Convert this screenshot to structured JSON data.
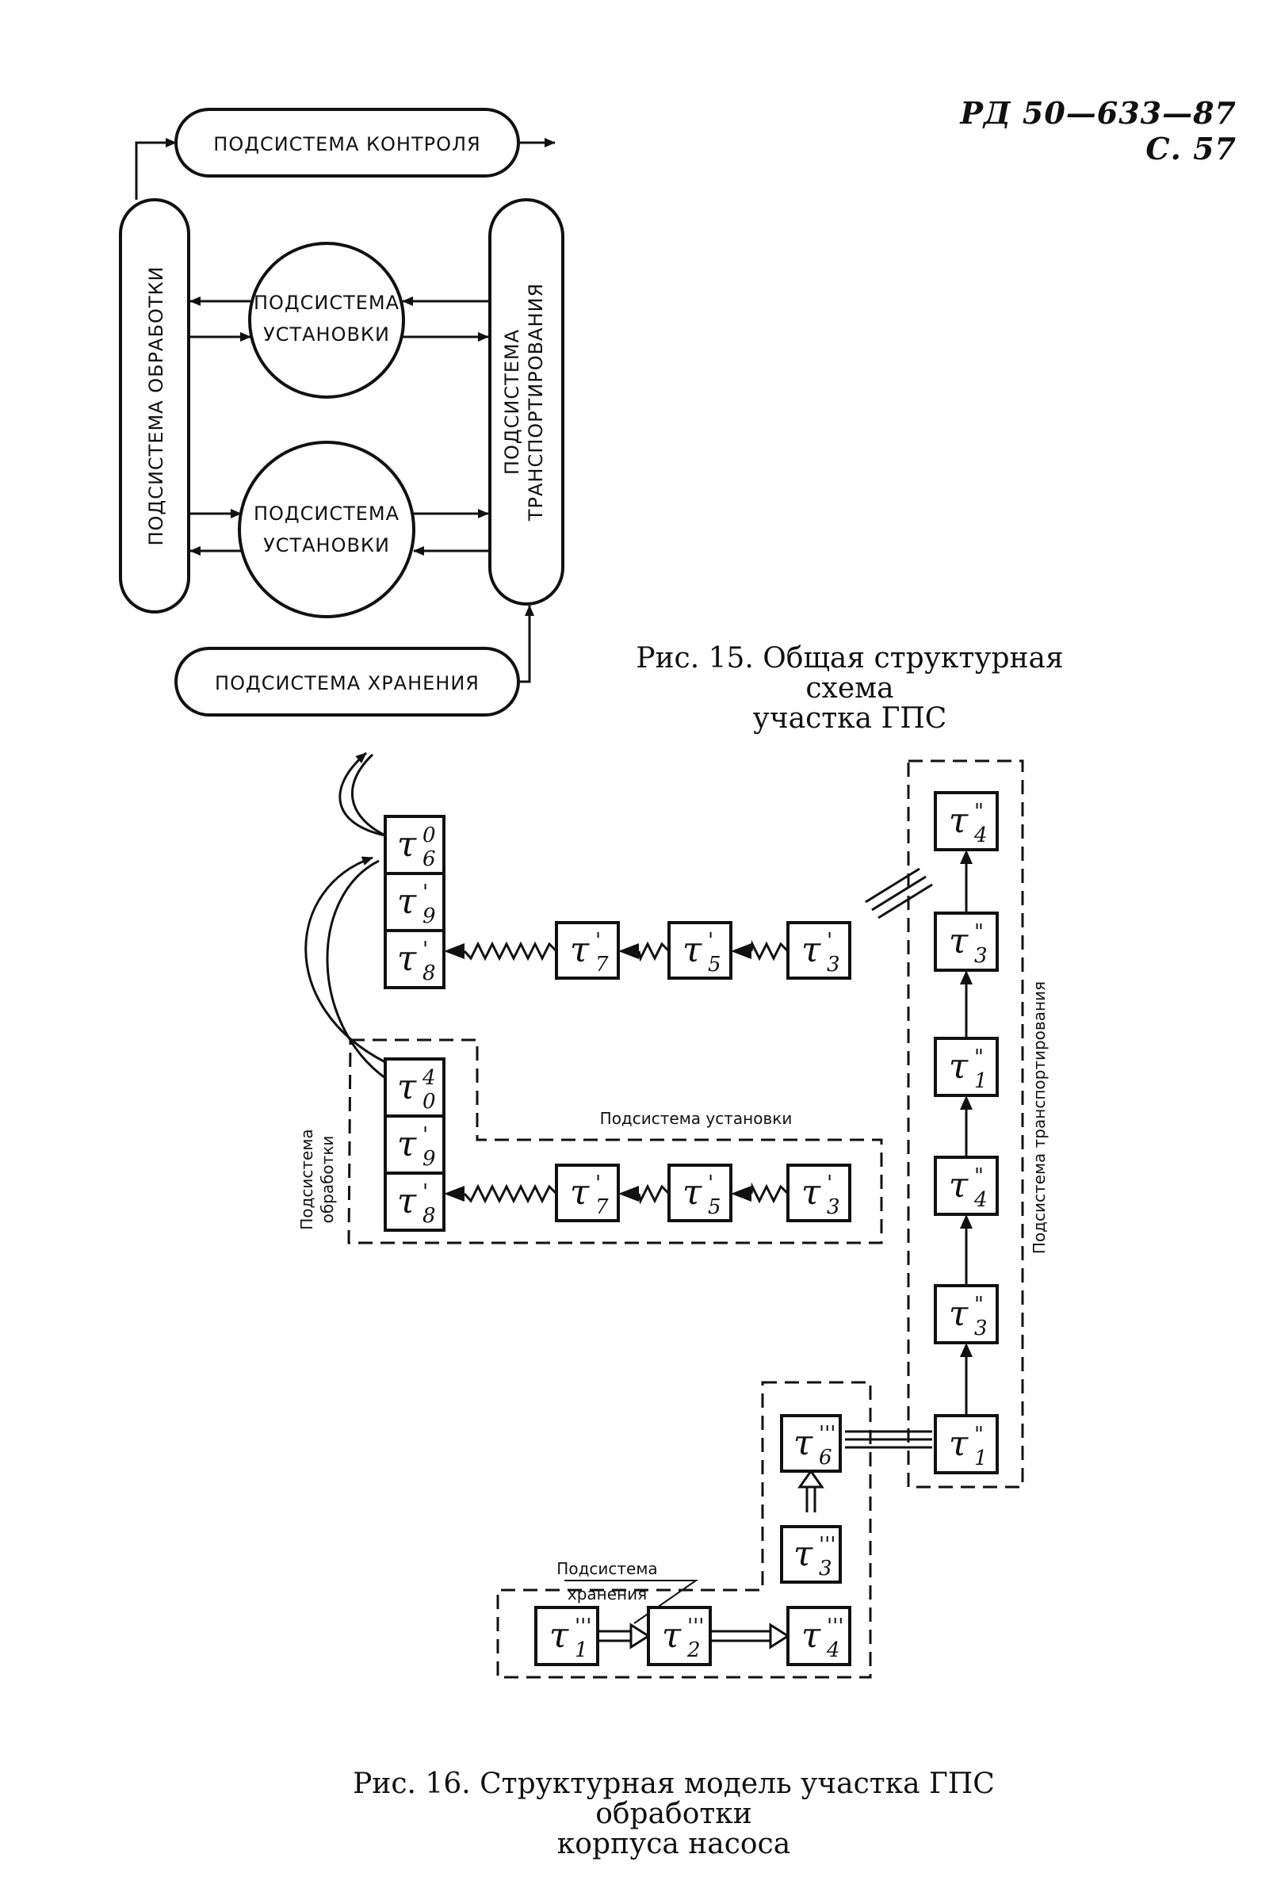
{
  "header": "РД 50—633—87 С. 57",
  "fig15": {
    "control": "ПОДСИСТЕМА КОНТРОЛЯ",
    "processing": "ПОДСИСТЕМА ОБРАБОТКИ",
    "transport_line1": "ПОДСИСТЕМА",
    "transport_line2": "ТРАНСПОРТИРОВАНИЯ",
    "install_top_line1": "ПОДСИСТЕМА",
    "install_top_line2": "УСТАНОВКИ",
    "install_bottom_line1": "ПОДСИСТЕМА",
    "install_bottom_line2": "УСТАНОВКИ",
    "storage": "ПОДСИСТЕМА ХРАНЕНИЯ",
    "caption": "Рис. 15. Общая структурная   схема\nучастка ГПС"
  },
  "fig16": {
    "tau": "τ",
    "upper_column": [
      {
        "sup": "0",
        "sub": "6"
      },
      {
        "sup": "'",
        "sub": "9"
      },
      {
        "sup": "'",
        "sub": "8"
      }
    ],
    "upper_row": [
      {
        "sup": "'",
        "sub": "7"
      },
      {
        "sup": "'",
        "sub": "5"
      },
      {
        "sup": "'",
        "sub": "3"
      }
    ],
    "lower_column": [
      {
        "sup": "4",
        "sub": "0"
      },
      {
        "sup": "'",
        "sub": "9"
      },
      {
        "sup": "'",
        "sub": "8"
      }
    ],
    "lower_row": [
      {
        "sup": "'",
        "sub": "7"
      },
      {
        "sup": "'",
        "sub": "5"
      },
      {
        "sup": "'",
        "sub": "3"
      }
    ],
    "transport_chain": [
      {
        "sup": "\"",
        "sub": "4"
      },
      {
        "sup": "\"",
        "sub": "3"
      },
      {
        "sup": "\"",
        "sub": "1"
      },
      {
        "sup": "\"",
        "sub": "4"
      },
      {
        "sup": "\"",
        "sub": "3"
      },
      {
        "sup": "\"",
        "sub": "1"
      }
    ],
    "storage_column": [
      {
        "sup": "'''",
        "sub": "6"
      },
      {
        "sup": "'''",
        "sub": "3"
      }
    ],
    "storage_row": [
      {
        "sup": "'''",
        "sub": "1"
      },
      {
        "sup": "'''",
        "sub": "2"
      },
      {
        "sup": "'''",
        "sub": "4"
      }
    ],
    "label_install": "Подсистема установки",
    "label_processing_line1": "Подсистема",
    "label_processing_line2": "обработки",
    "label_transport": "Подсистема транспортирования",
    "label_storage_line1": "Подсистема",
    "label_storage_line2": "хранения",
    "caption": "Рис. 16. Структурная модель участка ГПС  обработки\nкорпуса насоса"
  },
  "colors": {
    "ink": "#111111",
    "paper": "#ffffff"
  }
}
